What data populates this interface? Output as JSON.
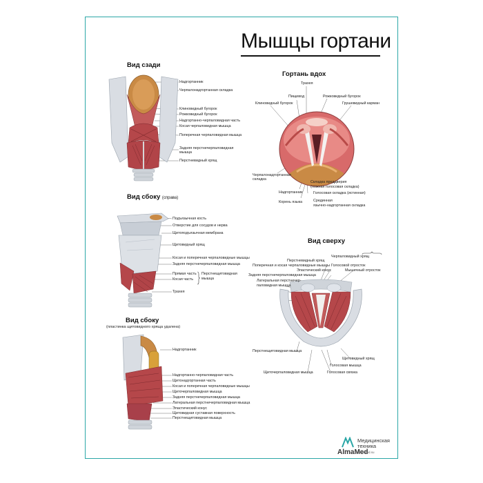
{
  "title": "Мышцы гортани",
  "views": {
    "back": {
      "heading": "Вид сзади",
      "labels": [
        "Надгортанник",
        "Черпалонадгортанная складка",
        "Клиновидный бугорок",
        "Рожковидный бугорок",
        "Надгортанно-черпаловидная часть",
        "Косая черпаловидная мышца",
        "Поперечная черпаловидная мышца",
        "Задняя перстнечерпаловидная",
        "мышца",
        "Перстневидный хрящ"
      ]
    },
    "side_right": {
      "heading": "Вид сбоку",
      "heading_note": "(справа)",
      "labels": [
        "Подъязычная кость",
        "Отверстие для сосудов и нерва",
        "Щитоподъязычная мембрана",
        "Щитовидный хрящ",
        "Косая и поперечная черпаловидные мышцы",
        "Задняя перстнечерпаловидная мышца",
        "Прямая часть",
        "Косая часть",
        "Перстнещитовидная",
        "мышца",
        "Трахея"
      ]
    },
    "side_removed": {
      "heading": "Вид сбоку",
      "subcaption": "(пластинка щитовидного хряща удалена)",
      "labels": [
        "Надгортанник",
        "Надгортанно-черпаловидная часть",
        "Щитонадгортанная часть",
        "Косая и поперечная черпаловидные мышцы",
        "Щиточерпаловидная мышца",
        "Задняя перстнечерпаловидная мышца",
        "Латеральная перстнечерпаловидная мышца",
        "Эластический конус",
        "Щитовидная суставная поверхность",
        "Перстнещитовидная мышца"
      ]
    },
    "larynx_inside": {
      "heading": "Гортань вдох",
      "labels": [
        "Трахея",
        "Пищевод",
        "Рожковидный бугорок",
        "Клиновидный бугорок",
        "Грушевидный карман",
        "Черпалонадгортанная",
        "складка",
        "Надгортанник",
        "Корень языка",
        "Складка преддверия",
        "(ложная голосовая складка)",
        "Голосовая складка (истинная)",
        "Срединная",
        "язычно-надгортанная складка"
      ]
    },
    "top": {
      "heading": "Вид сверху",
      "labels": [
        "Черпаловидный хрящ",
        "Перстневидный хрящ",
        "Поперечная и косая черпаловидные мышцы",
        "Голосовой отросток",
        "Эластический конус",
        "Мышечный отросток",
        "Задняя перстнечерпаловидная мышца",
        "Латеральная перстнечер-",
        "паловидная мышца",
        "Перстнещитовидная мышца",
        "Щитовидный хрящ",
        "Голосовая мышца",
        "Щиточерпаловидная мышца",
        "Голосовая связка"
      ]
    }
  },
  "logo": {
    "brand": "AlmaMed",
    "line1": "Медицинская",
    "line2": "техника",
    "url": "almamed.su"
  },
  "colors": {
    "border": "#2aa6a6",
    "muscle": "#b5474a",
    "muscle_dark": "#7e2a2e",
    "cartilage": "#d9dde3",
    "cartilage_shadow": "#9aa3ad",
    "epiglottis": "#c98a45"
  }
}
